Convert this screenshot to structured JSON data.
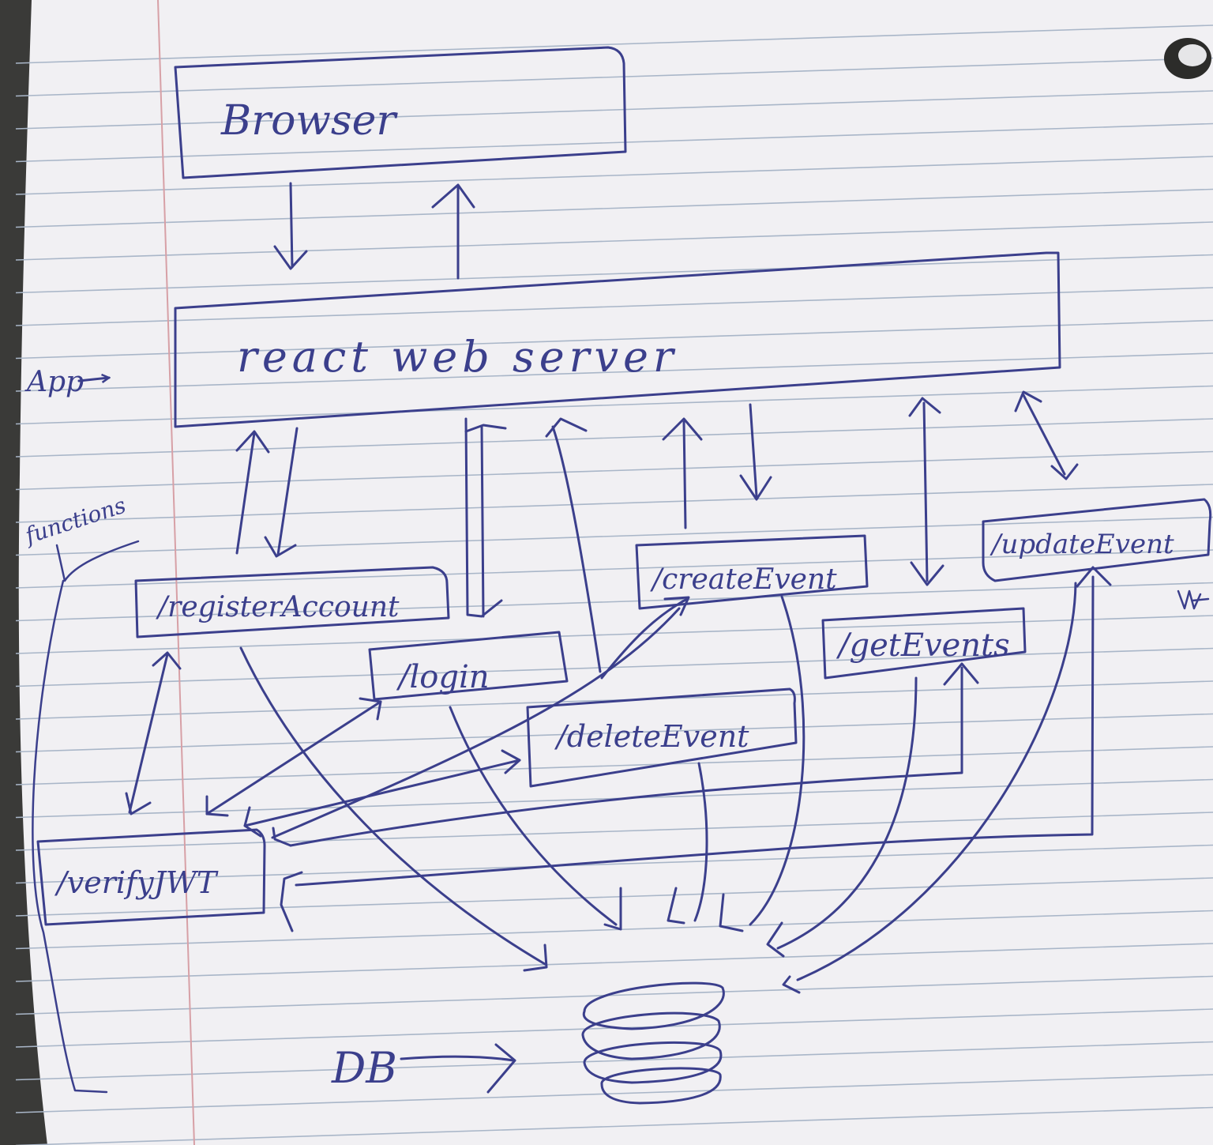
{
  "diagram": {
    "browser": {
      "label": "Browser"
    },
    "server": {
      "label": "react web server"
    },
    "side_labels": {
      "app": "App",
      "functions": "functions",
      "db": "DB"
    },
    "functions": {
      "register": "/registerAccount",
      "login": "/login",
      "create": "/createEvent",
      "delete": "/deleteEvent",
      "get": "/getEvents",
      "update": "/updateEvent",
      "verify": "/verifyJWT"
    },
    "colors": {
      "ink": "#3b3f8c",
      "paper": "#f2f1f4",
      "rule": "#a9b6c8",
      "margin": "#d7a0a6"
    }
  }
}
